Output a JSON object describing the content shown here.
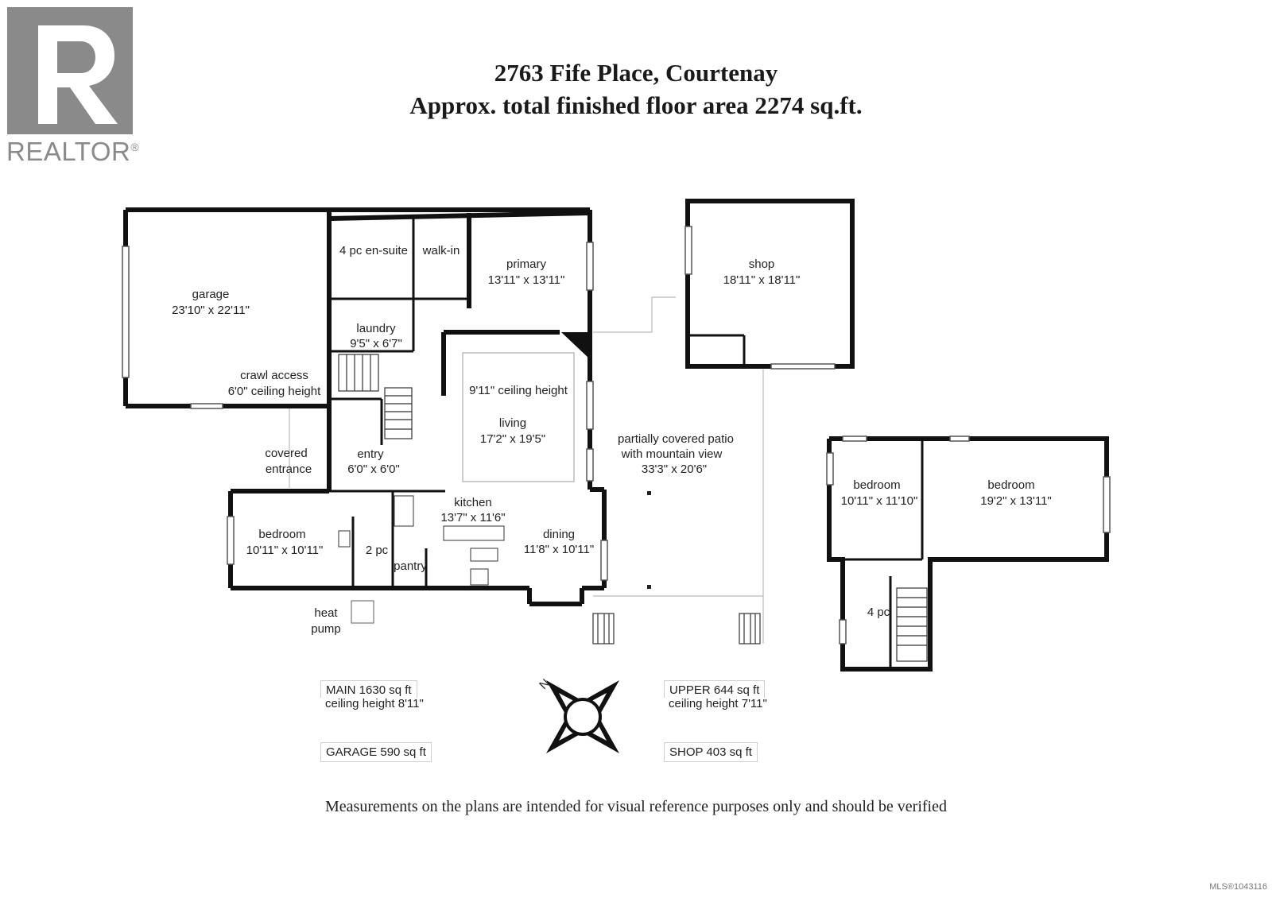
{
  "header": {
    "address": "2763 Fife Place, Courtenay",
    "area": "Approx. total finished floor area 2274 sq.ft."
  },
  "logo": {
    "text": "REALTOR",
    "mark": "®"
  },
  "rooms": {
    "garage": {
      "name": "garage",
      "dims": "23'10\" x 22'11\""
    },
    "ensuite": {
      "name": "4 pc en-suite"
    },
    "walkin": {
      "name": "walk-in"
    },
    "primary": {
      "name": "primary",
      "dims": "13'11\" x 13'11\""
    },
    "laundry": {
      "name": "laundry",
      "dims": "9'5\" x 6'7\""
    },
    "crawl": {
      "name": "crawl access",
      "note": "6'0\" ceiling height"
    },
    "living_ceiling": "9'11\" ceiling height",
    "living": {
      "name": "living",
      "dims": "17'2\" x 19'5\""
    },
    "covered_entrance": {
      "line1": "covered",
      "line2": "entrance"
    },
    "entry": {
      "name": "entry",
      "dims": "6'0\" x 6'0\""
    },
    "kitchen": {
      "name": "kitchen",
      "dims": "13'7\" x 11'6\""
    },
    "dining": {
      "name": "dining",
      "dims": "11'8\" x 10'11\""
    },
    "bedroom_main": {
      "name": "bedroom",
      "dims": "10'11\" x 10'11\""
    },
    "two_pc": {
      "name": "2 pc"
    },
    "pantry": {
      "name": "pantry"
    },
    "heat_pump": {
      "line1": "heat",
      "line2": "pump"
    },
    "patio": {
      "line1": "partially covered patio",
      "line2": "with mountain view",
      "dims": "33'3\" x 20'6\""
    },
    "shop": {
      "name": "shop",
      "dims": "18'11\" x 18'11\""
    },
    "bedroom_up1": {
      "name": "bedroom",
      "dims": "10'11\" x 11'10\""
    },
    "bedroom_up2": {
      "name": "bedroom",
      "dims": "19'2\" x 13'11\""
    },
    "four_pc": {
      "name": "4 pc"
    }
  },
  "stats": {
    "main": {
      "label": "MAIN  1630 sq ft",
      "ceiling": "ceiling height 8'11\""
    },
    "upper": {
      "label": "UPPER  644 sq ft",
      "ceiling": "ceiling height 7'11\""
    },
    "garage": {
      "label": "GARAGE  590 sq ft"
    },
    "shop": {
      "label": "SHOP  403 sq ft"
    }
  },
  "compass": {
    "north": "N"
  },
  "disclaimer": "Measurements on the plans are intended for visual reference purposes only and should be verified",
  "mls": "MLS®1043116",
  "colors": {
    "wall": "#111111",
    "logo_gray": "#8a8a8a",
    "thin_line": "#b0b0b0"
  }
}
